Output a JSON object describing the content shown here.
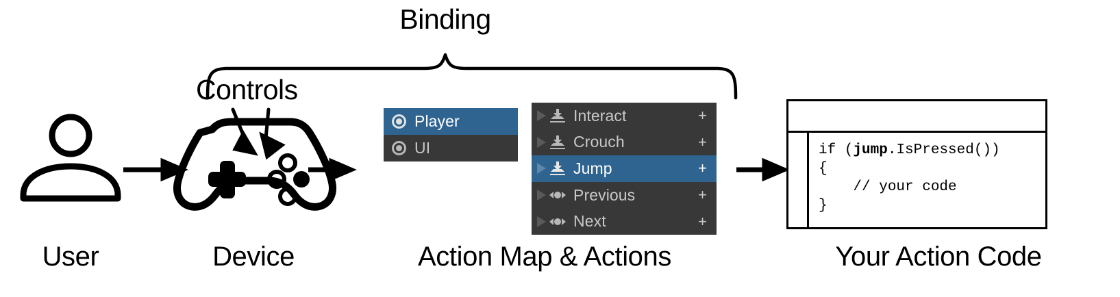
{
  "annotations": {
    "binding_label": "Binding",
    "controls_label": "Controls"
  },
  "captions": {
    "user": "User",
    "device": "Device",
    "action_map_actions": "Action Map & Actions",
    "your_action_code": "Your Action Code"
  },
  "icons": {
    "user": "user-person-icon",
    "device": "gamepad-controller-icon",
    "flow_arrow": "right-arrow-icon",
    "brace": "curly-brace-icon",
    "controls_pointers": "double-arrow-pointer-icon"
  },
  "action_map_panel": {
    "rows": [
      {
        "label": "Player",
        "selected": true,
        "icon": "radio-button-icon"
      },
      {
        "label": "UI",
        "selected": false,
        "icon": "radio-button-icon"
      }
    ]
  },
  "actions_panel": {
    "add_label": "+",
    "rows": [
      {
        "label": "Interact",
        "selected": false,
        "icon": "button-action-icon",
        "expander": "expand-triangle-icon"
      },
      {
        "label": "Crouch",
        "selected": false,
        "icon": "button-action-icon",
        "expander": "expand-triangle-icon"
      },
      {
        "label": "Jump",
        "selected": true,
        "icon": "button-action-icon",
        "expander": "expand-triangle-icon"
      },
      {
        "label": "Previous",
        "selected": false,
        "icon": "axis-action-icon",
        "expander": "expand-triangle-icon"
      },
      {
        "label": "Next",
        "selected": false,
        "icon": "axis-action-icon",
        "expander": "expand-triangle-icon"
      }
    ]
  },
  "code_window": {
    "line1_pre": "if (",
    "line1_bold": "jump",
    "line1_post": ".IsPressed())",
    "line2": "{",
    "line3": "    // your code",
    "line4": "}"
  },
  "colors": {
    "panel_background": "#383838",
    "selection_blue": "#2f6490",
    "text_grey": "#c9c9c9",
    "text_white": "#ffffff",
    "line_art": "#000000",
    "page_background": "#ffffff"
  }
}
